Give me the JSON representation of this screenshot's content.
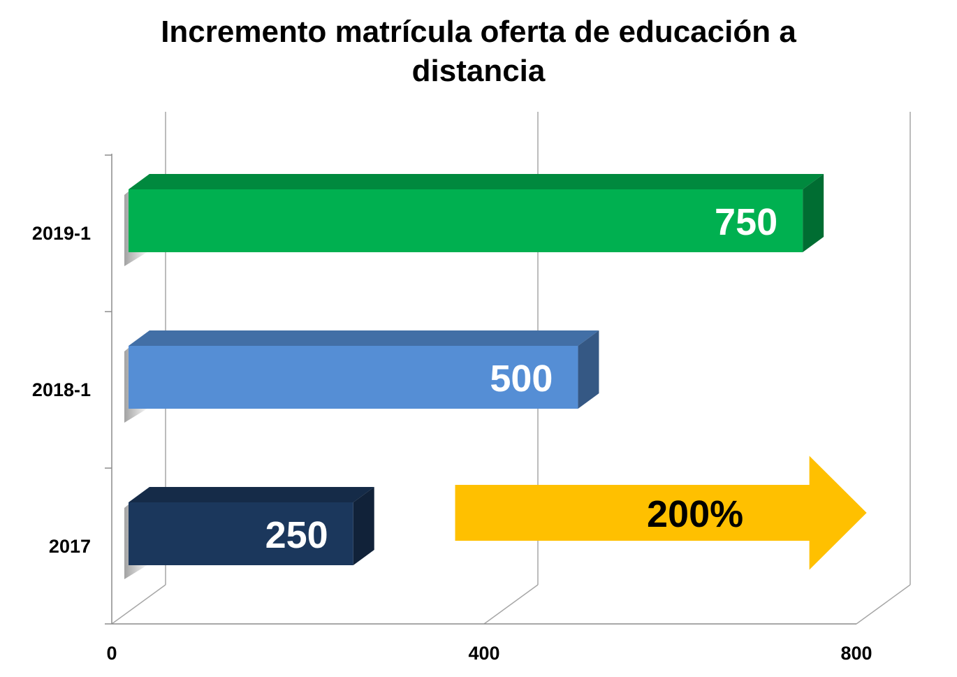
{
  "chart_data": {
    "type": "bar",
    "orientation": "horizontal",
    "style": "3d",
    "title_lines": [
      "Incremento matrícula oferta de educación a",
      "distancia"
    ],
    "categories": [
      "2017",
      "2018-1",
      "2019-1"
    ],
    "values": [
      250,
      500,
      750
    ],
    "data_labels": [
      "250",
      "500",
      "750"
    ],
    "colors": [
      "#1b375c",
      "#558ed5",
      "#00b050"
    ],
    "xlim": [
      0,
      800
    ],
    "x_ticks": [
      0,
      400,
      800
    ],
    "x_tick_labels": [
      "0",
      "400",
      "800"
    ],
    "grid": true,
    "legend": "none",
    "annotation": {
      "text": "200%",
      "shape": "right-arrow",
      "color": "#ffc000",
      "from": 340,
      "to": 790
    }
  }
}
